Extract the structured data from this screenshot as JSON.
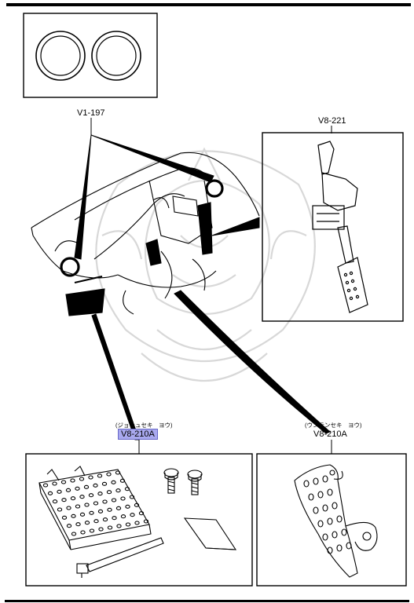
{
  "labels": {
    "vents": "V1-197",
    "pedal_top": "V8-221",
    "left_kana": "(ジョシュセキ　ヨウ)",
    "left_code": "V8-210A",
    "right_kana": "(ウンテンセキ　ヨウ)",
    "right_code": "V8-210A"
  },
  "colors": {
    "ink": "#000000",
    "highlight": "#a9a9ef",
    "watermark": "#d8d8d8"
  }
}
